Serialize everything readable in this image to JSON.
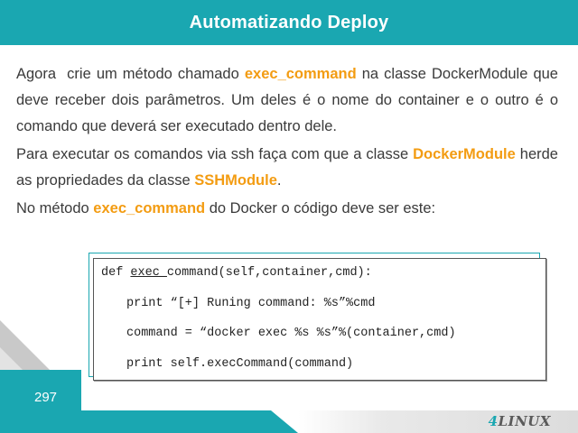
{
  "slide": {
    "title": "Automatizando Deploy",
    "page_number": "297"
  },
  "content": {
    "p1": {
      "a": "Agora  crie um método chamado ",
      "hl": "exec_command",
      "b": " na classe DockerModule que deve receber dois parâmetros. Um deles é o nome do container e o outro é o comando que deverá ser executado dentro dele."
    },
    "p2": {
      "a": "Para executar os comandos via ssh faça com que a classe ",
      "hl1": "DockerModule",
      "b": " herde as propriedades da classe ",
      "hl2": "SSHModule",
      "c": "."
    },
    "p3": {
      "a": "No método ",
      "hl": "exec_command",
      "b": " do Docker o código deve ser este:"
    }
  },
  "code": {
    "line1_a": "def ",
    "line1_ul": "exec_",
    "line1_b": "command(self,container,cmd):",
    "line2": "print “[+] Runing command: %s”%cmd",
    "line3": "command = “docker exec %s %s”%(container,cmd)",
    "line4": "print self.execCommand(command)"
  },
  "footer": {
    "logo_num": "4",
    "logo_text": "LINUX"
  },
  "colors": {
    "accent": "#1aa7b1",
    "highlight": "#f39c12"
  }
}
